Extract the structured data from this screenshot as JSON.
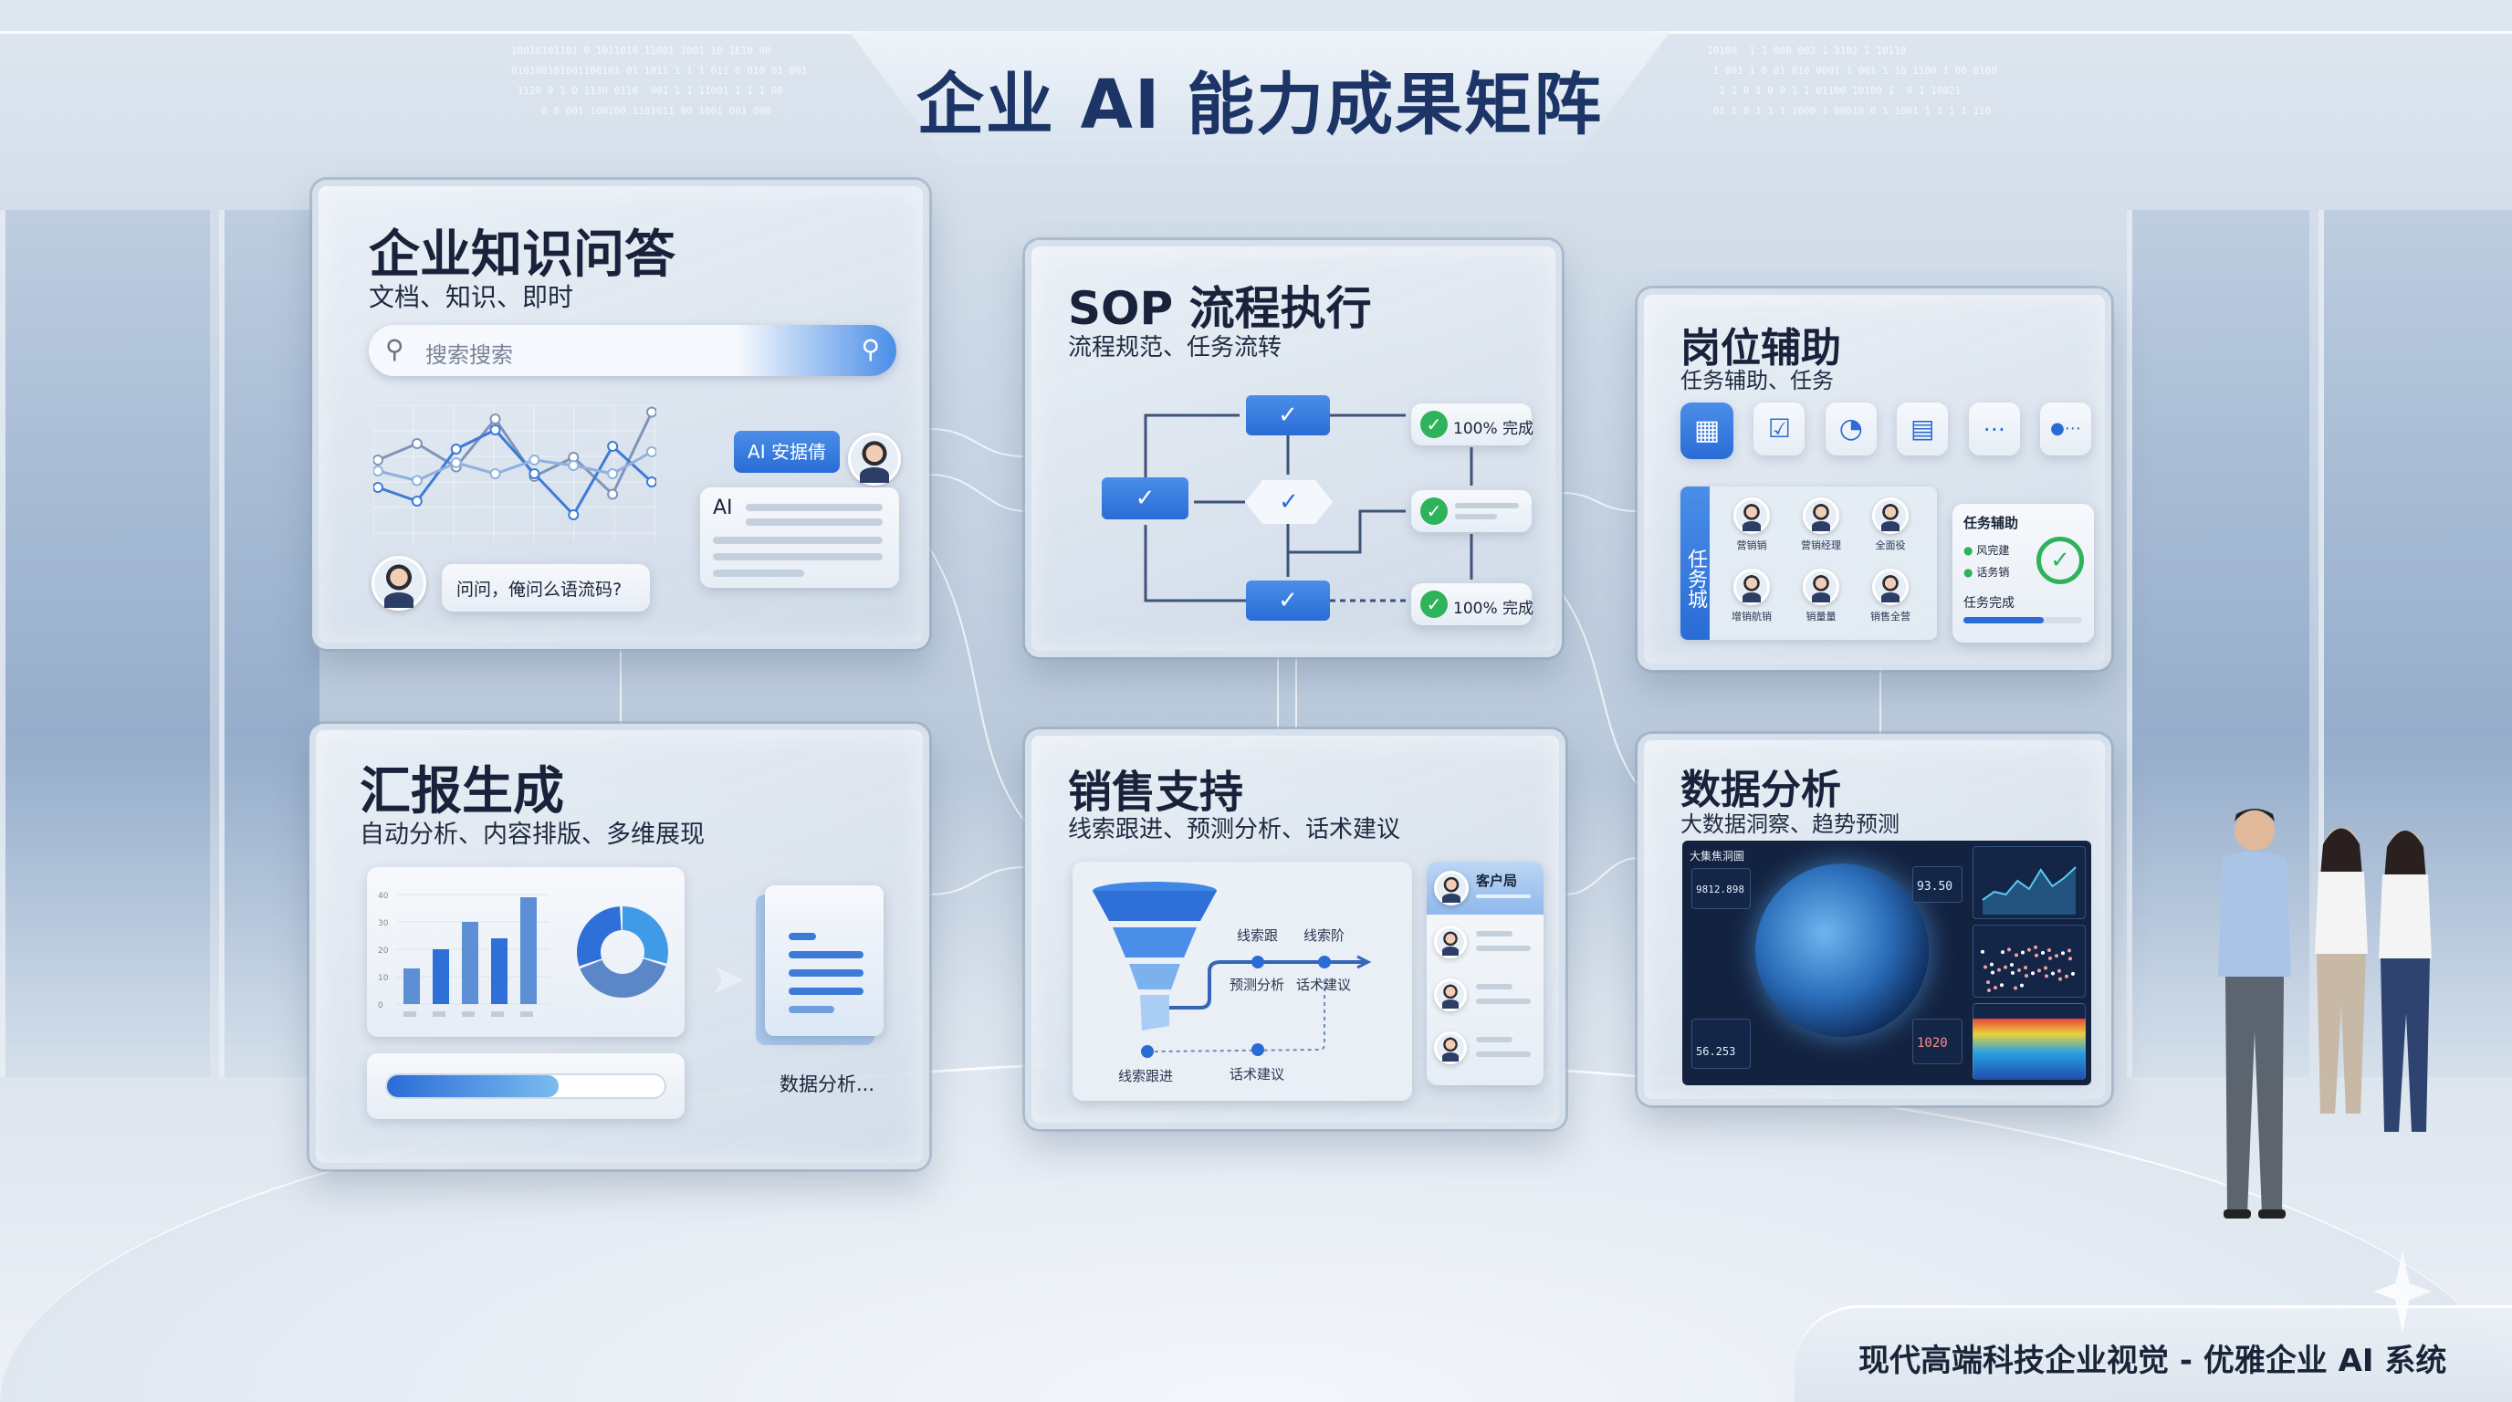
{
  "header": {
    "title": "企业 AI 能力成果矩阵"
  },
  "footer": {
    "caption": "现代高端科技企业视觉 - 优雅企业 AI 系统"
  },
  "colors": {
    "accent": "#2a6cd6",
    "title": "#1c3566",
    "success": "#2fb35a"
  },
  "knowledge_qa": {
    "title": "企业知识问答",
    "subtitle": "文档、知识、即时",
    "search_placeholder": "搜索搜索",
    "search_icon": "search-icon",
    "ai_badge": "AI 安据倩",
    "ai_reply_label": "AI",
    "user_question": "问问，俺问么语流码?",
    "line_series": [
      [
        60,
        72,
        55,
        90,
        48,
        62,
        35,
        95
      ],
      [
        40,
        30,
        68,
        82,
        50,
        20,
        70,
        44
      ],
      [
        52,
        45,
        58,
        50,
        60,
        56,
        50,
        66
      ]
    ]
  },
  "sop": {
    "title": "SOP 流程执行",
    "subtitle": "流程规范、任务流转",
    "status_top": "100% 完成",
    "status_bottom": "100% 完成"
  },
  "role_assist": {
    "title": "岗位辅助",
    "subtitle": "任务辅助、任务",
    "icons": [
      "calendar-icon",
      "calendar-check-icon",
      "pie-chart-icon",
      "document-icon",
      "chat-icon",
      "more-icon"
    ],
    "team_label": "任务城",
    "members": [
      "营销销",
      "营销经理",
      "全面役",
      "增销航销",
      "销量量",
      "销售全营"
    ],
    "task_card": {
      "title": "任务辅助",
      "items": [
        "风完建",
        "话务销"
      ],
      "footer": "任务完成",
      "progress": 0.68
    }
  },
  "report": {
    "title": "汇报生成",
    "subtitle": "自动分析、内容排版、多维展现",
    "bar_axis_ticks": [
      "40",
      "30",
      "20",
      "10",
      "0"
    ],
    "bar_values": [
      13,
      20,
      30,
      24,
      39
    ],
    "bar_ylim": [
      0,
      40
    ],
    "donut_slices": [
      0.3,
      0.4,
      0.3
    ],
    "progress": 0.62,
    "doc_label": "数据分析..."
  },
  "sales": {
    "title": "销售支持",
    "subtitle": "线索跟进、预测分析、话术建议",
    "timeline_top": [
      "线索跟",
      "线索阶"
    ],
    "timeline_mid": [
      "预测分析",
      "话术建议"
    ],
    "timeline_bottom": [
      "线索跟进",
      "话术建议"
    ],
    "client_header": "客户局"
  },
  "data_analysis": {
    "title": "数据分析",
    "subtitle": "大数据洞察、趋势预测",
    "dashboard_title": "大集焦洞圖",
    "metrics": [
      "9812.898",
      "93.50",
      "1020",
      "56.253"
    ],
    "trend": [
      20,
      35,
      30,
      55,
      40,
      75,
      45,
      60,
      80
    ]
  }
}
